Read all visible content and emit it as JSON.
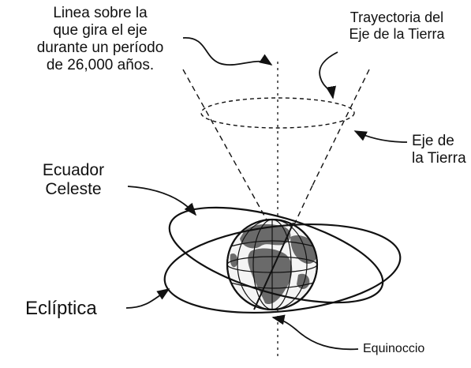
{
  "labels": {
    "rotation_line": [
      "Linea sobre la",
      "que gira el eje",
      "durante un período",
      "de 26,000 años."
    ],
    "axis_trajectory": [
      "Trayectoria del",
      "Eje de la Tierra"
    ],
    "earth_axis": [
      "Eje de",
      "la Tierra"
    ],
    "celestial_equator": [
      "Ecuador",
      "Celeste"
    ],
    "ecliptic": "Eclíptica",
    "equinox": "Equinoccio"
  },
  "colors": {
    "ink": "#111111",
    "ocean": "#f2f2f2",
    "land": "#6a6a6a"
  }
}
